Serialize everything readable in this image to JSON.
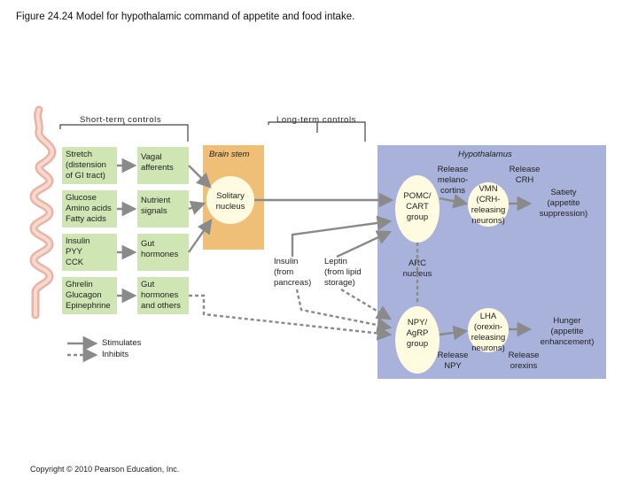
{
  "title": "Figure 24.24  Model for hypothalamic command of appetite and food intake.",
  "headers": {
    "short_term": "Short-term controls",
    "long_term": "Long-term controls"
  },
  "stimuli": {
    "stretch": [
      "Stretch",
      "(distension",
      "of GI tract)"
    ],
    "glucose": [
      "Glucose",
      "Amino acids",
      "Fatty acids"
    ],
    "insulin": [
      "Insulin",
      "PYY",
      "CCK"
    ],
    "ghrelin": [
      "Ghrelin",
      "Glucagon",
      "Epinephrine"
    ]
  },
  "signals": {
    "vagal": [
      "Vagal",
      "afferents"
    ],
    "nutrient": [
      "Nutrient",
      "signals"
    ],
    "gut": [
      "Gut",
      "hormones"
    ],
    "gut_others": [
      "Gut",
      "hormones",
      "and others"
    ]
  },
  "brain_stem": {
    "label": "Brain stem",
    "solitary": [
      "Solitary",
      "nucleus"
    ]
  },
  "long_term": {
    "insulin": [
      "Insulin",
      "(from",
      "pancreas)"
    ],
    "leptin": [
      "Leptin",
      "(from lipid",
      "storage)"
    ]
  },
  "hypothalamus": {
    "label": "Hypothalamus",
    "release_melanocortins": [
      "Release",
      "melano-",
      "cortins"
    ],
    "release_crh": [
      "Release",
      "CRH"
    ],
    "pomc": [
      "POMC/",
      "CART",
      "group"
    ],
    "vmn": [
      "VMN",
      "(CRH-",
      "releasing",
      "neurons)"
    ],
    "satiety": [
      "Satiety",
      "(appetite",
      "suppression)"
    ],
    "arc": [
      "ARC",
      "nucleus"
    ],
    "npy": [
      "NPY/",
      "AgRP",
      "group"
    ],
    "lha": [
      "LHA",
      "(orexin-",
      "releasing",
      "neurons)"
    ],
    "hunger": [
      "Hunger",
      "(appetite",
      "enhancement)"
    ],
    "release_npy": [
      "Release",
      "NPY"
    ],
    "release_orexins": [
      "Release",
      "orexins"
    ]
  },
  "legend": {
    "stimulates": "Stimulates",
    "inhibits": "Inhibits"
  },
  "copyright": "Copyright © 2010 Pearson Education, Inc.",
  "colors": {
    "stimulus_box": "#cfe6b4",
    "brain_stem": "#efbf78",
    "hypothalamus": "#a8b2da",
    "nucleus": "#fffbe0",
    "arrow": "#8a8a8a"
  }
}
